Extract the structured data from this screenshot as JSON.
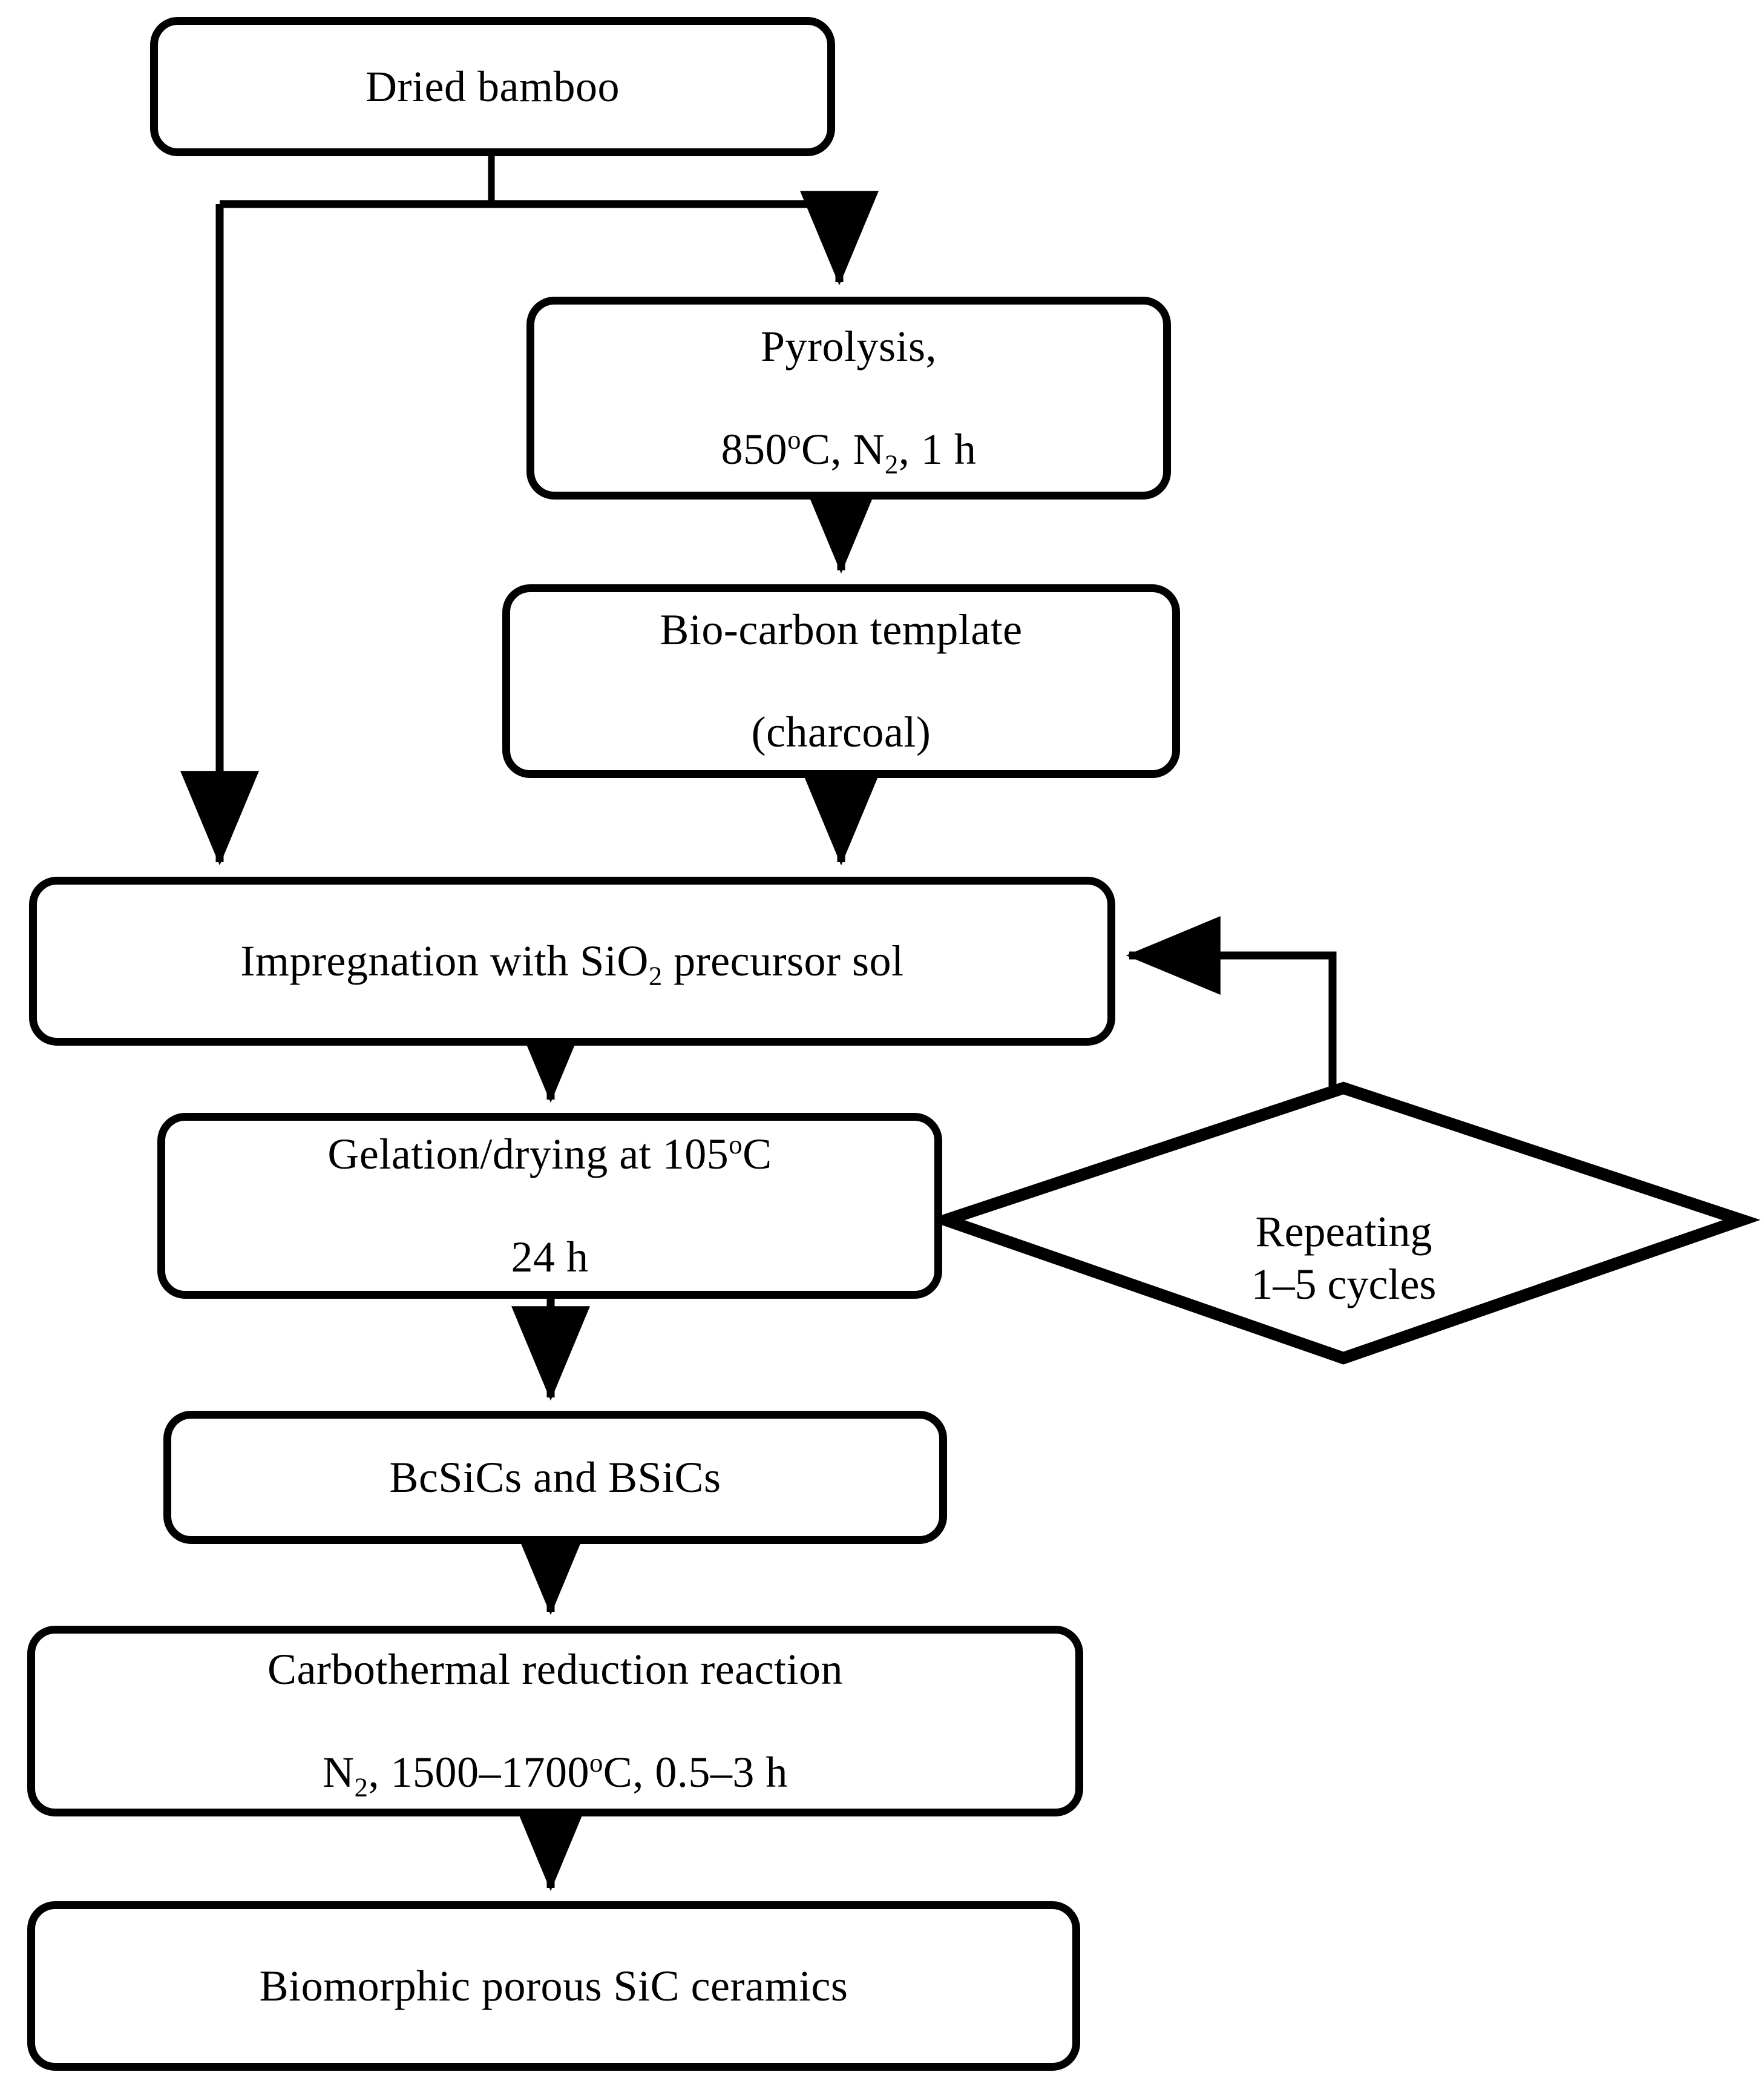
{
  "diagram": {
    "title": "Biomorphic porous SiC ceramics preparation flowchart",
    "stroke_color": "#000000",
    "background_color": "#ffffff",
    "nodes": [
      {
        "id": "dried-bamboo",
        "shape": "rounded-rect",
        "lines": [
          "Dried bamboo"
        ],
        "text": "Dried bamboo"
      },
      {
        "id": "pyrolysis",
        "shape": "rounded-rect",
        "line1": "Pyrolysis,",
        "line2_pre": "850",
        "line2_sup": "o",
        "line2_mid": "C, N",
        "line2_sub": "2",
        "line2_post": ", 1 h",
        "text": "Pyrolysis, 850oC, N2, 1 h"
      },
      {
        "id": "bio-carbon-template",
        "shape": "rounded-rect",
        "line1": "Bio-carbon template",
        "line2": "(charcoal)",
        "text": "Bio-carbon template (charcoal)"
      },
      {
        "id": "impregnation",
        "shape": "rounded-rect",
        "line1_pre": "Impregnation  with  SiO",
        "line1_sub": "2",
        "line1_post": " precursor sol",
        "text": "Impregnation with SiO2 precursor sol"
      },
      {
        "id": "gelation-drying",
        "shape": "rounded-rect",
        "line1_pre": "Gelation/drying  at 105",
        "line1_sup": "o",
        "line1_post": "C",
        "line2": "24 h",
        "text": "Gelation/drying at 105oC 24 h"
      },
      {
        "id": "repeating-cycles",
        "shape": "diamond",
        "line1": "Repeating",
        "line2": "1–5 cycles",
        "text": "Repeating 1-5 cycles"
      },
      {
        "id": "bcsics-bsics",
        "shape": "rounded-rect",
        "lines": [
          "BcSiCs and BSiCs"
        ],
        "text": "BcSiCs and BSiCs"
      },
      {
        "id": "carbothermal-reduction",
        "shape": "rounded-rect",
        "line1": "Carbothermal reduction reaction",
        "line2_pre": "N",
        "line2_sub": "2",
        "line2_mid": ", 1500–1700",
        "line2_sup": "o",
        "line2_post": "C, 0.5–3 h",
        "text": "Carbothermal reduction reaction N2, 1500-1700oC, 0.5-3 h"
      },
      {
        "id": "biomorphic-sic",
        "shape": "rounded-rect",
        "lines": [
          "Biomorphic  porous SiC ceramics"
        ],
        "text": "Biomorphic porous SiC ceramics"
      }
    ],
    "edges": [
      {
        "id": "bamboo-to-pyrolysis",
        "from": "dried-bamboo",
        "to": "pyrolysis",
        "arrow": true
      },
      {
        "id": "bamboo-to-impregnation",
        "from": "dried-bamboo",
        "to": "impregnation",
        "arrow": true
      },
      {
        "id": "pyrolysis-to-template",
        "from": "pyrolysis",
        "to": "bio-carbon-template",
        "arrow": true
      },
      {
        "id": "template-to-impregnation",
        "from": "bio-carbon-template",
        "to": "impregnation",
        "arrow": true
      },
      {
        "id": "impregnation-to-gelation",
        "from": "impregnation",
        "to": "gelation-drying",
        "arrow": true
      },
      {
        "id": "gelation-to-repeating",
        "from": "gelation-drying",
        "to": "repeating-cycles",
        "arrow": false
      },
      {
        "id": "repeating-to-impregnation",
        "from": "repeating-cycles",
        "to": "impregnation",
        "arrow": true
      },
      {
        "id": "gelation-to-bcsics",
        "from": "gelation-drying",
        "to": "bcsics-bsics",
        "arrow": true
      },
      {
        "id": "bcsics-to-carbothermal",
        "from": "bcsics-bsics",
        "to": "carbothermal-reduction",
        "arrow": true
      },
      {
        "id": "carbothermal-to-biomorphic",
        "from": "carbothermal-reduction",
        "to": "biomorphic-sic",
        "arrow": true
      }
    ]
  }
}
